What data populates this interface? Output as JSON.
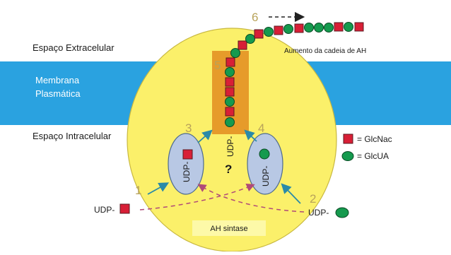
{
  "labels": {
    "extracellular": "Espaço Extracelular",
    "membrane_line1": "Membrana",
    "membrane_line2": "Plasmática",
    "intracellular": "Espaço Intracelular",
    "chain_growth": "Aumento da cadeia de AH",
    "question": "?",
    "synthase": "AH sintase",
    "udp_vertical": "UDP-",
    "udp_left_vesicle": "UDP-",
    "udp_right_vesicle": "UDP-",
    "udp_left_input": "UDP-",
    "udp_right_input": "UDP-"
  },
  "steps": [
    "1",
    "2",
    "3",
    "4",
    "5",
    "6"
  ],
  "legend": [
    {
      "symbol": "red-square",
      "label": "= GlcNac"
    },
    {
      "symbol": "green-circle",
      "label": "= GlcUA"
    }
  ],
  "colors": {
    "membrane": "#2aa2e0",
    "cell": "#fbf06a",
    "synthase_channel": "#e69b2a",
    "glcnac": "#d81f36",
    "glcua": "#159a4e",
    "step_numbers": "#b8a35a",
    "arrow_teal": "#2a8aa8",
    "arrow_pink": "#b04a78",
    "vesicle": "#b8c8e4"
  }
}
